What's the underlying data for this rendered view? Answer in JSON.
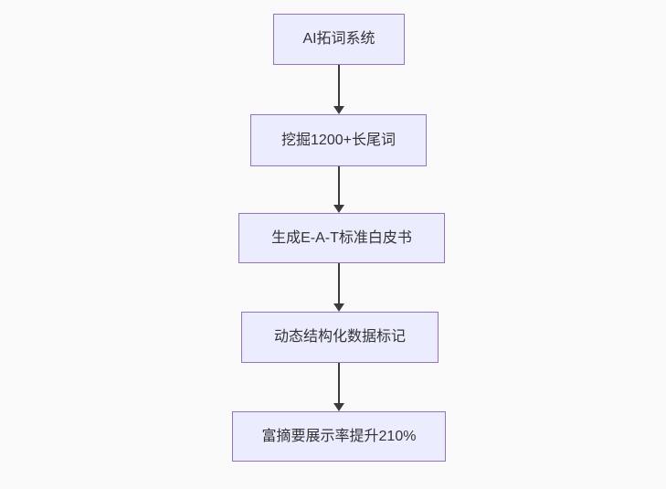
{
  "diagram": {
    "type": "flowchart",
    "direction": "top-down",
    "nodes": [
      {
        "id": "A",
        "label": "AI拓词系统"
      },
      {
        "id": "B",
        "label": "挖掘1200+长尾词"
      },
      {
        "id": "C",
        "label": "生成E-A-T标准白皮书"
      },
      {
        "id": "D",
        "label": "动态结构化数据标记"
      },
      {
        "id": "E",
        "label": "富摘要展示率提升210%"
      }
    ],
    "edges": [
      {
        "from": "A",
        "to": "B"
      },
      {
        "from": "B",
        "to": "C"
      },
      {
        "from": "C",
        "to": "D"
      },
      {
        "from": "D",
        "to": "E"
      }
    ],
    "colors": {
      "background": "#fafafa",
      "node_fill": "#ECECFF",
      "node_border": "#9370DB",
      "arrow": "#3b3b3b",
      "text": "#333333"
    }
  }
}
